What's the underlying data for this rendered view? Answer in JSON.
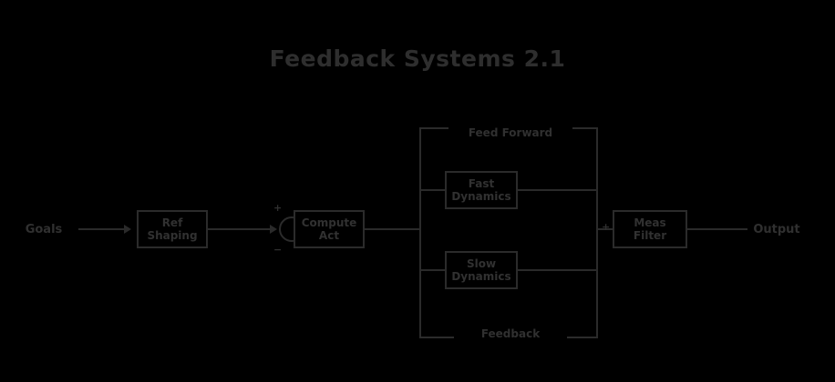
{
  "title": "Feedback Systems 2.1",
  "diagram": {
    "input_label": "Goals",
    "output_label": "Output",
    "blocks": [
      {
        "id": "reference-shaping",
        "line1": "Ref",
        "line2": "Shaping"
      },
      {
        "id": "controller",
        "line1": "Compute",
        "line2": "Act"
      },
      {
        "id": "actuator-dynamics",
        "line1": "Fast",
        "line2": "Dynamics"
      },
      {
        "id": "plant-dynamics",
        "line1": "Slow",
        "line2": "Dynamics"
      },
      {
        "id": "sensor-filter",
        "line1": "Meas",
        "line2": "Filter"
      }
    ],
    "parallel_branches": {
      "top_label": "Feed Forward",
      "bottom_label": "Feedback"
    },
    "sum_signs": {
      "left_plus": "+",
      "left_minus": "−",
      "right_plus": "+"
    },
    "colors": {
      "background": "#000000",
      "stroke": "#2b2b2b",
      "text": "#303030",
      "title_text": "#2e2e2e"
    }
  }
}
